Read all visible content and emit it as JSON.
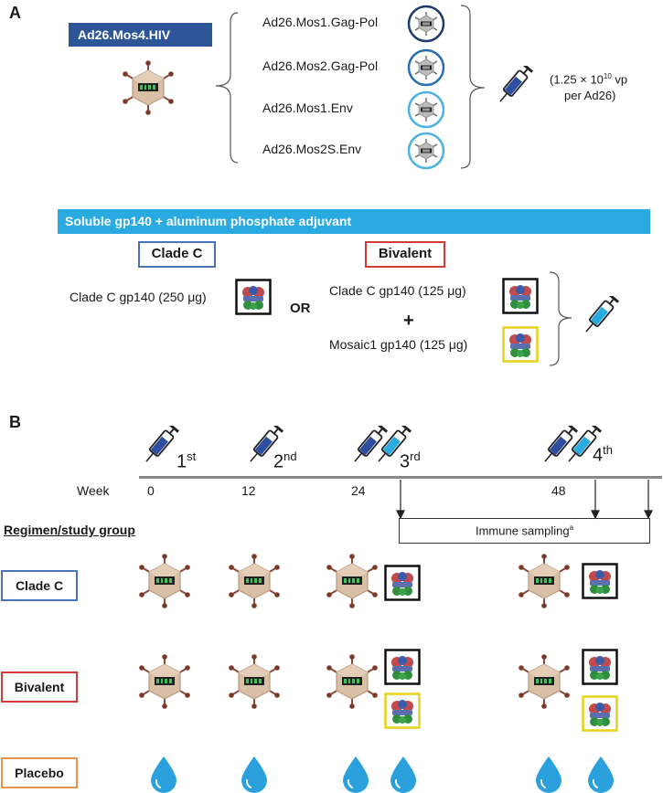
{
  "panel_a": {
    "label": "A",
    "vaccine_title": "Ad26.Mos4.HIV",
    "components": [
      "Ad26.Mos1.Gag-Pol",
      "Ad26.Mos2.Gag-Pol",
      "Ad26.Mos1.Env",
      "Ad26.Mos2S.Env"
    ],
    "dose_line1": "(1.25 × 10",
    "dose_exp": "10",
    "dose_line1_end": " vp",
    "dose_line2": "per Ad26)",
    "protein_title": "Soluble gp140 + aluminum phosphate adjuvant",
    "clade_c_label": "Clade C",
    "bivalent_label": "Bivalent",
    "clade_c_dose": "Clade C gp140  (250 μg)",
    "or": "OR",
    "bivalent_dose_1": "Clade C gp140 (125 μg)",
    "plus": "+",
    "bivalent_dose_2": "Mosaic1 gp140  (125 μg)"
  },
  "panel_b": {
    "label": "B",
    "vaccinations": [
      {
        "num": "1",
        "suffix": "st"
      },
      {
        "num": "2",
        "suffix": "nd"
      },
      {
        "num": "3",
        "suffix": "rd"
      },
      {
        "num": "4",
        "suffix": "th"
      }
    ],
    "week_label": "Week",
    "weeks": [
      "0",
      "12",
      "24",
      "48"
    ],
    "immune_sampling": "Immune sampling",
    "immune_sampling_sup": "a",
    "regimen_heading": "Regimen/study group",
    "groups": [
      "Clade C",
      "Bivalent",
      "Placebo"
    ]
  },
  "colors": {
    "dark_blue": "#2e5597",
    "light_blue": "#29aae1",
    "clade_c_border": "#4a72b8",
    "bivalent_border": "#d33a3a",
    "placebo_border": "#e8944a",
    "mosaic_box": "#e6d21a"
  }
}
